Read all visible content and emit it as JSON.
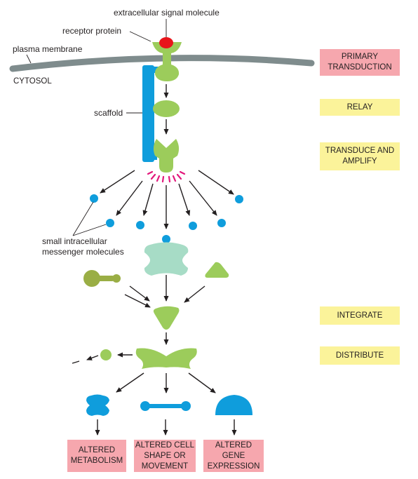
{
  "labels": {
    "extracellular_signal": "extracellular signal molecule",
    "receptor_protein": "receptor protein",
    "plasma_membrane": "plasma membrane",
    "cytosol": "CYTOSOL",
    "scaffold": "scaffold",
    "messengers_line1": "small intracellular",
    "messengers_line2": "messenger molecules"
  },
  "stage_boxes": {
    "primary": "PRIMARY\nTRANSDUCTION",
    "relay": "RELAY",
    "transduce": "TRANSDUCE AND\nAMPLIFY",
    "integrate": "INTEGRATE",
    "distribute": "DISTRIBUTE"
  },
  "outcomes": {
    "metabolism": "ALTERED\nMETABOLISM",
    "shape": "ALTERED CELL\nSHAPE OR\nMOVEMENT",
    "gene": "ALTERED\nGENE\nEXPRESSION"
  },
  "colors": {
    "membrane": "#7f8c8d",
    "green_protein": "#9ccc5b",
    "dark_green": "#9aae45",
    "mint": "#a7dcc6",
    "blue": "#0f9ddc",
    "signal_red": "#e8141b",
    "burst_pink": "#e2187c",
    "pink_box": "#f6a7ae",
    "yellow_box": "#fbf39a"
  }
}
